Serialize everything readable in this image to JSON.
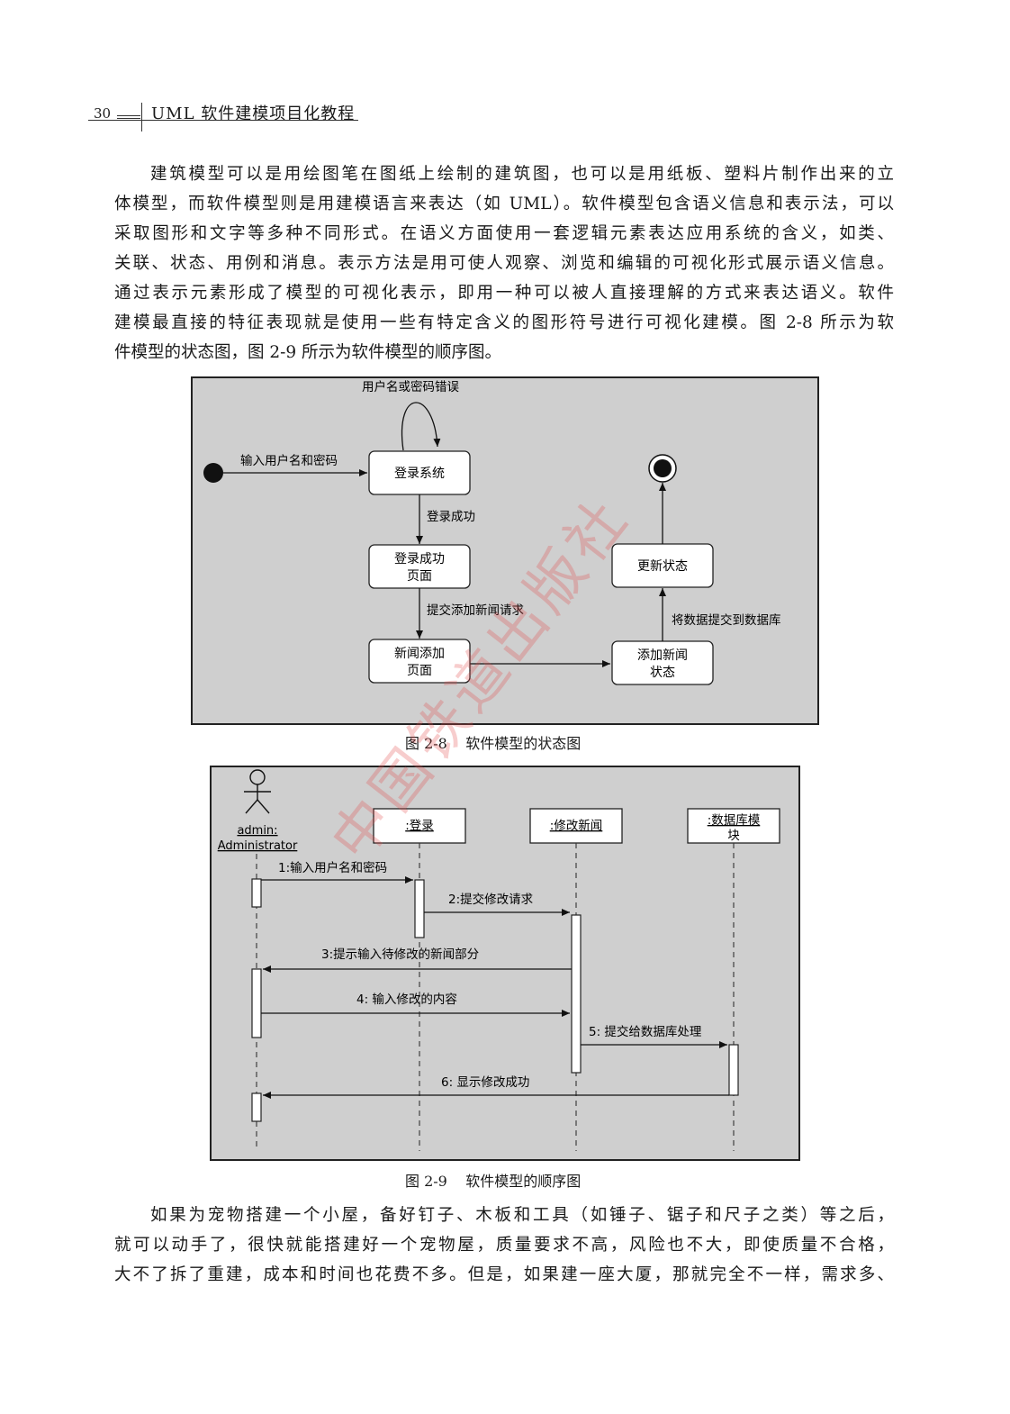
{
  "header": {
    "page_number": "30",
    "running_title": "UML 软件建模项目化教程"
  },
  "paragraph_1": {
    "lines": [
      "建筑模型可以是用绘图笔在图纸上绘制的建筑图，也可以是用纸板、塑料片制作出来的立",
      "体模型，而软件模型则是用建模语言来表达（如 UML）。软件模型包含语义信息和表示法，可以",
      "采取图形和文字等多种不同形式。在语义方面使用一套逻辑元素表达应用系统的含义，如类、",
      "关联、状态、用例和消息。表示方法是用可使人观察、浏览和编辑的可视化形式展示语义信息。",
      "通过表示元素形成了模型的可视化表示，即用一种可以被人直接理解的方式来表达语义。软件",
      "建模最直接的特征表现就是使用一些有特定含义的图形符号进行可视化建模。图 2-8 所示为软",
      "件模型的状态图，图 2-9 所示为软件模型的顺序图。"
    ]
  },
  "figure_2_8": {
    "caption": "图 2-8    软件模型的状态图",
    "states": {
      "login_system": "登录系统",
      "login_success_page_1": "登录成功",
      "login_success_page_2": "页面",
      "news_add_page_1": "新闻添加",
      "news_add_page_2": "页面",
      "add_news_state_1": "添加新闻",
      "add_news_state_2": "状态",
      "update_state": "更新状态"
    },
    "transitions": {
      "input_credentials": "输入用户名和密码",
      "wrong_credentials": "用户名或密码错误",
      "login_success": "登录成功",
      "submit_add_request": "提交添加新闻请求",
      "submit_to_db": "将数据提交到数据库"
    }
  },
  "figure_2_9": {
    "caption": "图 2-9    软件模型的顺序图",
    "actor_1": "admin:",
    "actor_2": "Administrator",
    "lifelines": {
      "login": ":登录",
      "modify_news": ":修改新闻",
      "db_module_1": ":数据库模",
      "db_module_2": "块"
    },
    "messages": {
      "m1": "1:输入用户名和密码",
      "m2": "2:提交修改请求",
      "m3": "3:提示输入待修改的新闻部分",
      "m4": "4: 输入修改的内容",
      "m5": "5: 提交给数据库处理",
      "m6": "6: 显示修改成功"
    }
  },
  "watermark": "中国铁道出版社",
  "paragraph_2": {
    "lines": [
      "如果为宠物搭建一个小屋，备好钉子、木板和工具（如锤子、锯子和尺子之类）等之后，",
      "就可以动手了，很快就能搭建好一个宠物屋，质量要求不高，风险也不大，即使质量不合格，",
      "大不了拆了重建，成本和时间也花费不多。但是，如果建一座大厦，那就完全不一样，需求多、"
    ]
  }
}
